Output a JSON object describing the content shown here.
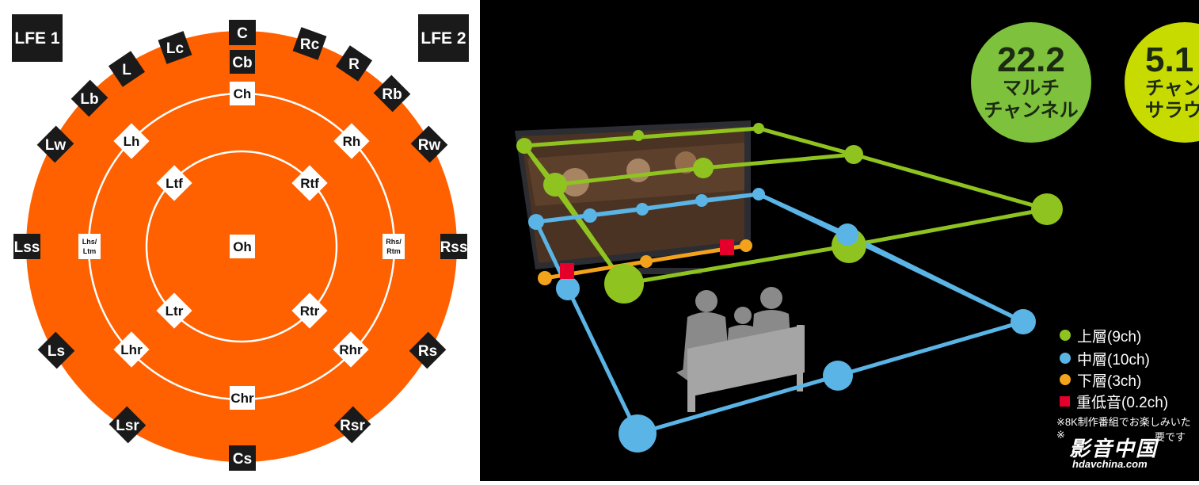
{
  "speaker_diagram": {
    "lfe_left": "LFE 1",
    "lfe_right": "LFE 2",
    "outer_labels": [
      "C",
      "Lc",
      "Rc",
      "L",
      "R",
      "Lb",
      "Rb",
      "Lw",
      "Rw",
      "Lss",
      "Rss",
      "Ls",
      "Rs",
      "Lsr",
      "Rsr",
      "Cs"
    ],
    "middle_labels": [
      "Cb",
      "Ch",
      "Lh",
      "Rh",
      "Lhs/\nLtm",
      "Rhs/\nRtm",
      "Lhr",
      "Rhr",
      "Chr"
    ],
    "inner_labels": [
      "Ltf",
      "Rtf",
      "Oh",
      "Ltr",
      "Rtr"
    ],
    "colors": {
      "ring": "#ff6000",
      "tag": "#1a1a1a",
      "inner_tag": "#ffffff"
    }
  },
  "room_view": {
    "badge_222": {
      "line1": "22.2",
      "line2": "マルチ",
      "line3": "チャンネル"
    },
    "badge_51": {
      "line1": "5.1",
      "line2": "チャン",
      "line3": "サラウ"
    },
    "legend": [
      {
        "label": "上層(9ch)",
        "color": "#8fc31f",
        "shape": "circle"
      },
      {
        "label": "中層(10ch)",
        "color": "#5ab4e5",
        "shape": "circle"
      },
      {
        "label": "下層(3ch)",
        "color": "#f3a31b",
        "shape": "circle"
      },
      {
        "label": "重低音(0.2ch)",
        "color": "#e4002b",
        "shape": "square"
      }
    ],
    "notes": [
      "※8K制作番組でお楽しみいた",
      "※"
    ],
    "note_tail": "要です",
    "watermark": {
      "line1": "影音中国",
      "line2": "hdavchina.com"
    }
  }
}
